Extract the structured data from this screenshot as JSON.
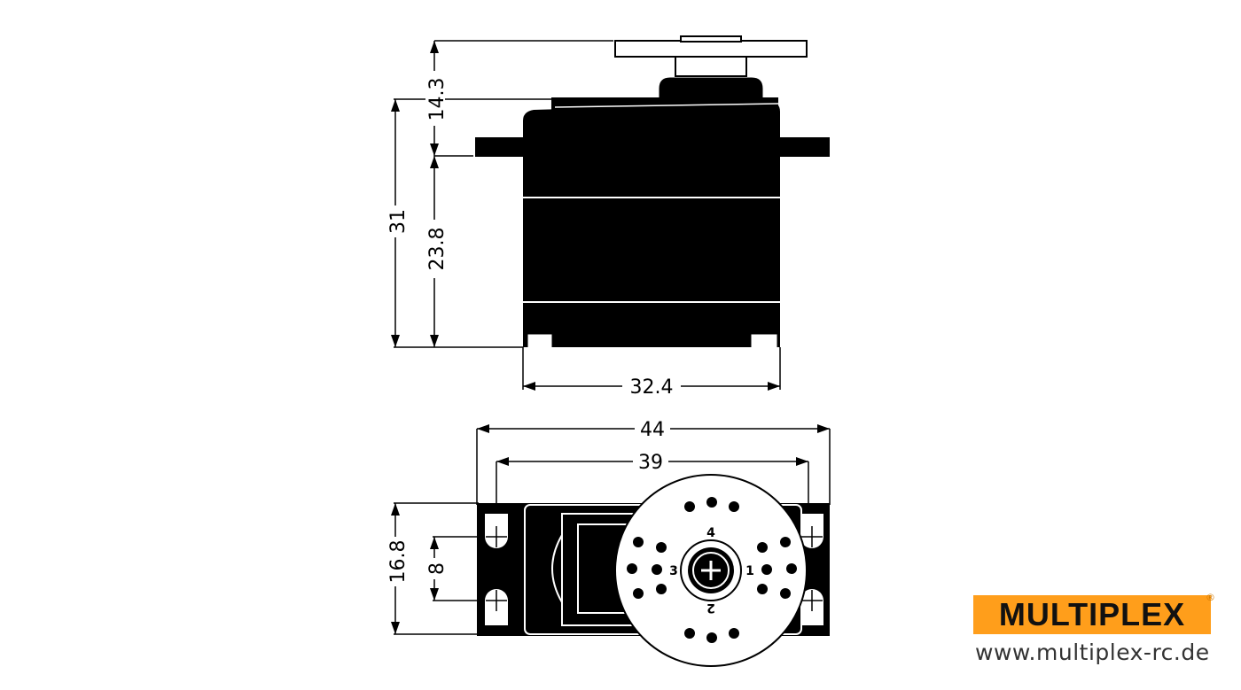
{
  "dimensions": {
    "horn_height": "14.3",
    "total_height": "31",
    "body_height": "23.8",
    "body_width": "32.4",
    "total_length": "44",
    "hole_spacing": "39",
    "mount_width": "16.8",
    "hole_pitch": "8"
  },
  "horn_marks": {
    "top": "4",
    "left": "3",
    "right": "1",
    "bottom": "2"
  },
  "brand": {
    "name": "MULTIPLEX",
    "registered": "®",
    "url": "www.multiplex-rc.de",
    "color": "#ff9e1b"
  }
}
